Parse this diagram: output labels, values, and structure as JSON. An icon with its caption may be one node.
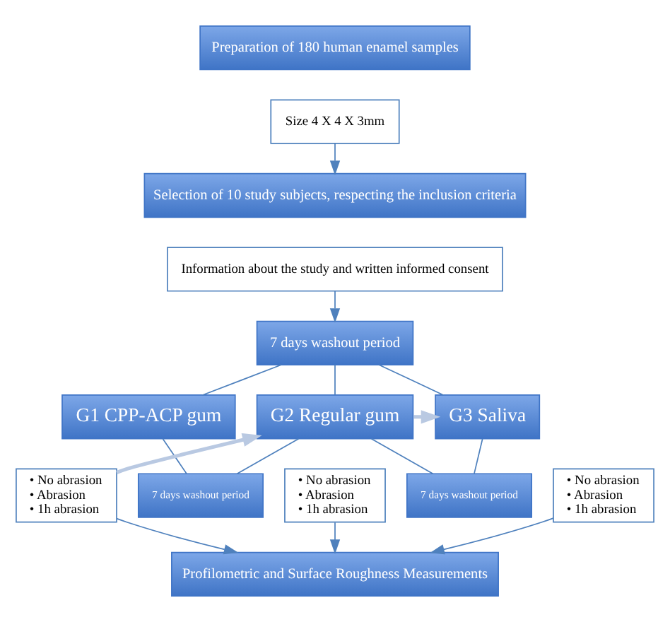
{
  "diagram": {
    "nodes": [
      {
        "text": [
          "Preparation of 180 human enamel samples"
        ]
      },
      {
        "text": [
          "Size 4 X 4 X 3mm"
        ]
      },
      {
        "text": [
          "Selection of 10 study subjects, respecting the inclusion criteria"
        ]
      },
      {
        "text": [
          "Information about the study and written informed consent"
        ]
      },
      {
        "text": [
          "7 days washout period"
        ]
      },
      {
        "text": [
          "G1 CPP-ACP gum"
        ]
      },
      {
        "text": [
          "• No abrasion",
          "• Abrasion",
          "• 1h abrasion"
        ]
      },
      {
        "text": [
          "G2 Regular gum"
        ]
      },
      {
        "text": [
          "• No abrasion",
          "• Abrasion",
          "• 1h abrasion"
        ]
      },
      {
        "text": [
          "G3 Saliva"
        ]
      },
      {
        "text": [
          "• No abrasion",
          "• Abrasion",
          "• 1h abrasion"
        ]
      },
      {
        "text": [
          "7 days washout period"
        ]
      },
      {
        "text": [
          "7 days washout period"
        ]
      },
      {
        "text": [
          "Profilometric and Surface Roughness Measurements"
        ]
      }
    ],
    "edges": [
      {
        "from": 1,
        "to": 2,
        "arrow": "to"
      },
      {
        "from": 3,
        "to": 4,
        "arrow": "to"
      },
      {
        "from": 4,
        "to": 5,
        "arrow": "none"
      },
      {
        "from": 4,
        "to": 7,
        "arrow": "none"
      },
      {
        "from": 4,
        "to": 9,
        "arrow": "none"
      },
      {
        "from": 6,
        "to": 7,
        "arrow": "to",
        "style": "thick",
        "color": "#b9c9e2"
      },
      {
        "from": 7,
        "to": 9,
        "arrow": "to",
        "style": "thick",
        "color": "#b9c9e2"
      },
      {
        "from": 5,
        "to": 11,
        "arrow": "none"
      },
      {
        "from": 7,
        "to": 11,
        "arrow": "none"
      },
      {
        "from": 7,
        "to": 12,
        "arrow": "none"
      },
      {
        "from": 9,
        "to": 12,
        "arrow": "none"
      },
      {
        "from": 6,
        "to": 13,
        "arrow": "to"
      },
      {
        "from": 8,
        "to": 13,
        "arrow": "to"
      },
      {
        "from": 10,
        "to": 13,
        "arrow": "to"
      }
    ]
  }
}
